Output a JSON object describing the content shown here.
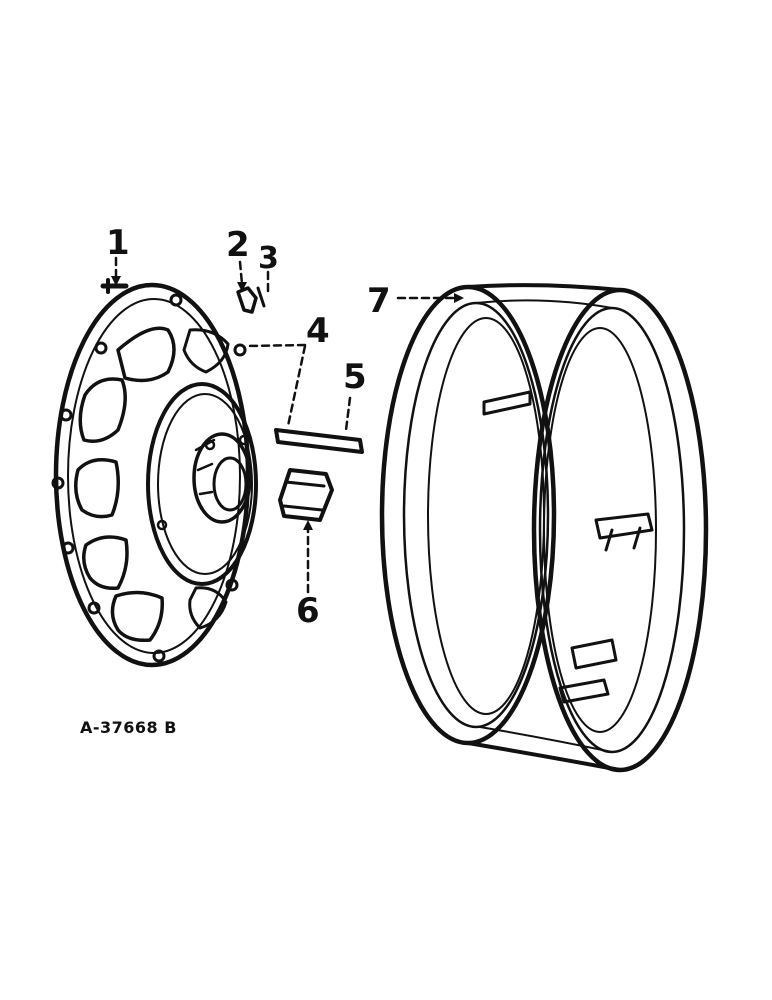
{
  "figure_id": "A-37668 B",
  "callouts": {
    "c1": "1",
    "c2": "2",
    "c3": "3",
    "c4": "4",
    "c5": "5",
    "c6": "6",
    "c7": "7"
  },
  "colors": {
    "ink": "#111111",
    "paper": "#ffffff"
  }
}
